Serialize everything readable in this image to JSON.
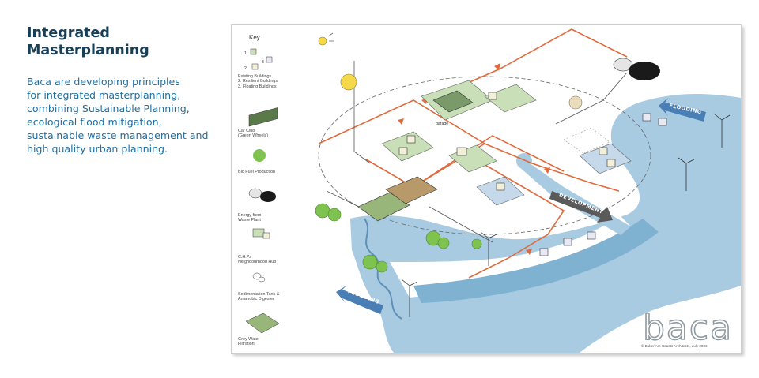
{
  "heading": {
    "line1": "Integrated",
    "line2": "Masterplanning"
  },
  "intro": {
    "line1": "Baca are developing principles",
    "line2": "for integrated masterplanning,",
    "line3": "combining Sustainable Planning,",
    "line4": "ecological flood mitigation,",
    "line5": "sustainable waste management and",
    "line6": "high quality urban planning."
  },
  "key": {
    "title": "Key",
    "buildings": {
      "n1": "1",
      "n2": "2",
      "n3": "3",
      "l1": "Existing Buildings",
      "l2": "2. Resilient Buildings",
      "l3": "3. Floating Buildings"
    },
    "car_club": {
      "l1": "Car Club",
      "l2": "(Green Wheels)"
    },
    "bio_fuel": {
      "l1": "Bio Fuel Production"
    },
    "energy": {
      "l1": "Energy from",
      "l2": "Waste Plant"
    },
    "chp": {
      "l1": "C.H.P./",
      "l2": "Neighbourhood Hub"
    },
    "sedimentation": {
      "l1": "Sedimentation Tank &",
      "l2": "Anaerobic Digester"
    },
    "reed_beds": {
      "l1": "Grey Water",
      "l2": "Filtration"
    }
  },
  "map_labels": {
    "flooding_right": "FLOODING",
    "flooding_left": "FLOODING",
    "development": "DEVELOPMENT",
    "garage": "garage"
  },
  "brand": {
    "logo_text": "baca",
    "copyright": "© Baker Ant Coasts Architects, July 2006"
  },
  "colors": {
    "heading": "#173f57",
    "intro": "#1f6fa3",
    "water": "#a8cbe2",
    "flow_arrow": "#e06a3c",
    "arrow_tag": "#4a7fb6"
  }
}
